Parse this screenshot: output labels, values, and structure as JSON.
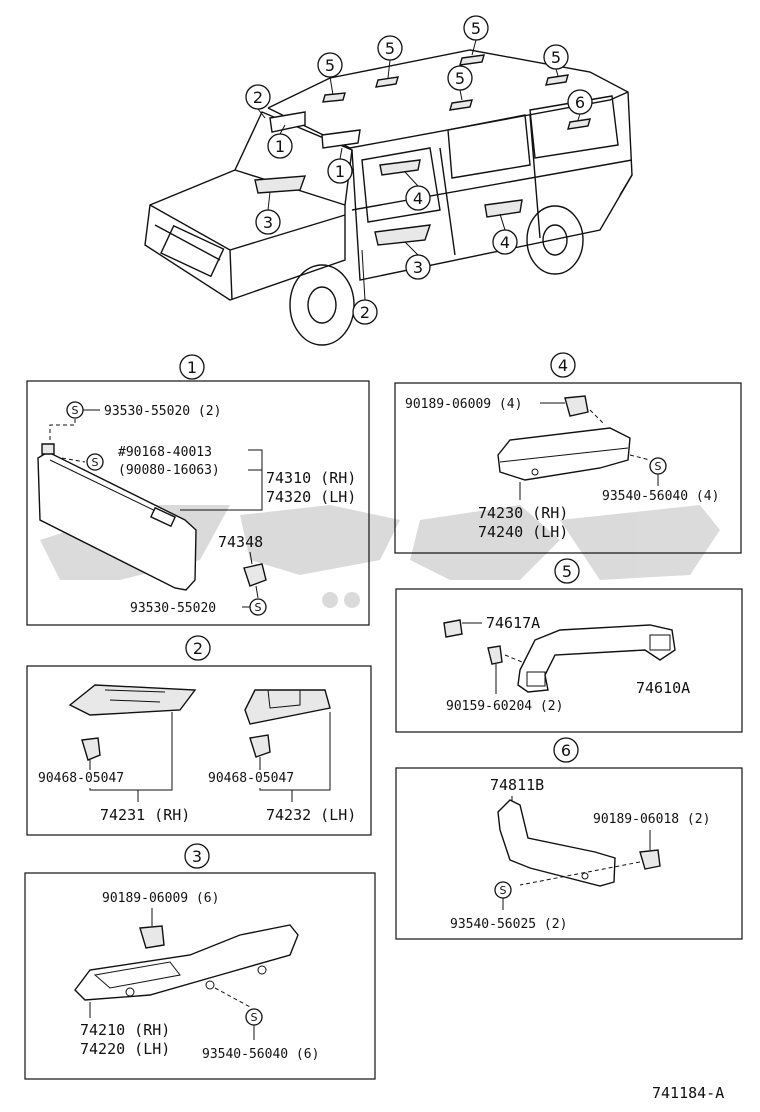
{
  "overview": {
    "callouts": [
      "5",
      "5",
      "5",
      "5",
      "5",
      "6",
      "2",
      "1",
      "1",
      "4",
      "3",
      "4",
      "3",
      "2"
    ]
  },
  "sections": [
    {
      "id": "1",
      "parts": {
        "s1": "S",
        "s1_code": "93530-55020 (2)",
        "hash_code": "#90168-40013",
        "alt_code": "(90080-16063)",
        "s2": "S",
        "rh": "74310 (RH)",
        "lh": "74320 (LH)",
        "clip": "74348",
        "s3_code": "93530-55020",
        "s3": "S"
      }
    },
    {
      "id": "2",
      "parts": {
        "clip_l": "90468-05047",
        "rh": "74231 (RH)",
        "clip_r": "90468-05047",
        "lh": "74232 (LH)"
      }
    },
    {
      "id": "3",
      "parts": {
        "clip": "90189-06009 (6)",
        "rh": "74210 (RH)",
        "lh": "74220 (LH)",
        "s": "S",
        "screw": "93540-56040 (6)"
      }
    },
    {
      "id": "4",
      "parts": {
        "clip": "90189-06009 (4)",
        "rh": "74230 (RH)",
        "lh": "74240 (LH)",
        "s": "S",
        "screw": "93540-56040 (4)"
      }
    },
    {
      "id": "5",
      "parts": {
        "cap": "74617A",
        "bolt": "90159-60204 (2)",
        "handle": "74610A"
      }
    },
    {
      "id": "6",
      "parts": {
        "handle": "74811B",
        "clip": "90189-06018 (2)",
        "s": "S",
        "screw": "93540-56025 (2)"
      }
    }
  ],
  "figure_id": "741184-A"
}
